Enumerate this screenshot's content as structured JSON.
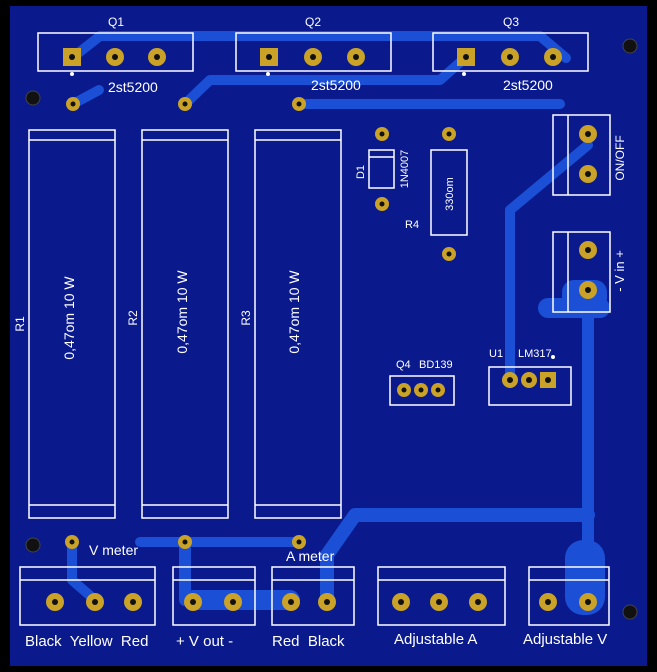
{
  "colors": {
    "board": "#0a1a8c",
    "copper": "#1a4fd6",
    "silk": "#ffffff",
    "pad": "#c9a227",
    "hole": "#1a1a1a",
    "outer": "#000000"
  },
  "transistors": [
    {
      "ref": "Q1",
      "part": "2st5200"
    },
    {
      "ref": "Q2",
      "part": "2st5200"
    },
    {
      "ref": "Q3",
      "part": "2st5200"
    }
  ],
  "resistors": [
    {
      "ref": "R1",
      "value": "0,47om 10 W"
    },
    {
      "ref": "R2",
      "value": "0,47om 10 W"
    },
    {
      "ref": "R3",
      "value": "0,47om 10 W"
    }
  ],
  "diode": {
    "ref": "D1",
    "part": "1N4007"
  },
  "r4": {
    "ref": "R4",
    "value": "330om"
  },
  "q4": {
    "ref": "Q4",
    "part": "BD139"
  },
  "u1": {
    "ref": "U1",
    "part": "LM317"
  },
  "switch_label": "ON/OFF",
  "vin_label": "- V in +",
  "meter_labels": {
    "v_meter": "V meter",
    "a_meter": "A meter"
  },
  "connectors": {
    "c1": "Black  Yellow  Red",
    "c2": "+ V out -",
    "c3": "Red  Black",
    "c4": "Adjustable A",
    "c5": "Adjustable V"
  }
}
